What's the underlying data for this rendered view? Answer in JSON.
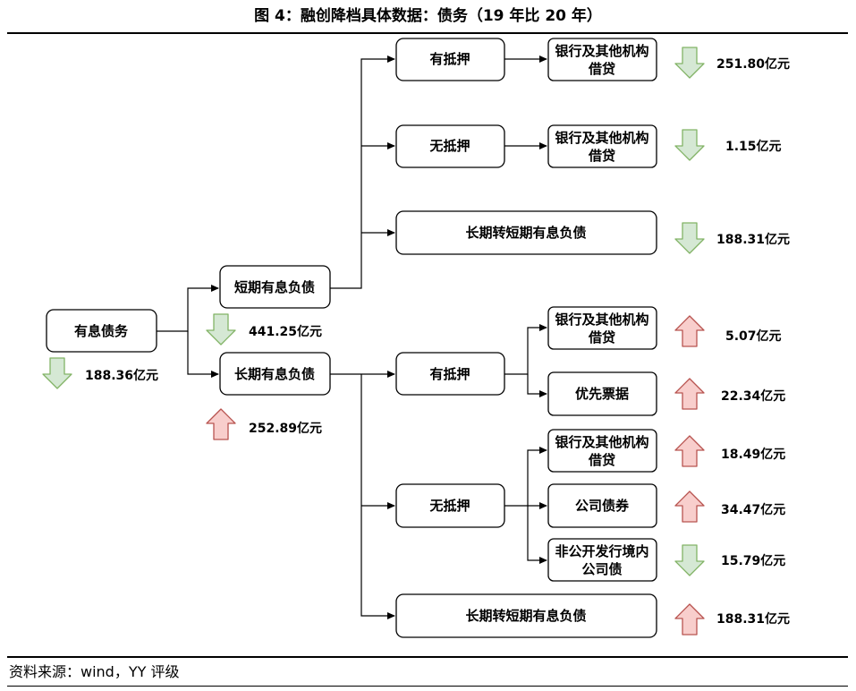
{
  "figure": {
    "title": "图 4：融创降档具体数据：债务（19 年比 20 年）",
    "source": "资料来源：wind，YY 评级"
  },
  "colors": {
    "down_fill": "#d5e8d4",
    "down_stroke": "#82b366",
    "up_fill": "#f8cecc",
    "up_stroke": "#b85450"
  },
  "diagram": {
    "root": {
      "label": "有息债务",
      "value": "188.36亿元",
      "trend": "down"
    },
    "short_term": {
      "label": "短期有息负债",
      "value": "441.25亿元",
      "trend": "down",
      "secured": {
        "label": "有抵押"
      },
      "unsecured": {
        "label": "无抵押"
      },
      "transfer": {
        "label": "长期转短期有息负债",
        "value": "188.31亿元",
        "trend": "down"
      },
      "secured_bank": {
        "label_line1": "银行及其他机构",
        "label_line2": "借贷",
        "value": "251.80亿元",
        "trend": "down"
      },
      "unsecured_bank": {
        "label_line1": "银行及其他机构",
        "label_line2": "借贷",
        "value": "1.15亿元",
        "trend": "down"
      }
    },
    "long_term": {
      "label": "长期有息负债",
      "value": "252.89亿元",
      "trend": "up",
      "secured": {
        "label": "有抵押"
      },
      "unsecured": {
        "label": "无抵押"
      },
      "transfer": {
        "label": "长期转短期有息负债",
        "value": "188.31亿元",
        "trend": "up"
      },
      "secured_bank": {
        "label_line1": "银行及其他机构",
        "label_line2": "借贷",
        "value": "5.07亿元",
        "trend": "up"
      },
      "secured_notes": {
        "label": "优先票据",
        "value": "22.34亿元",
        "trend": "up"
      },
      "unsecured_bank": {
        "label_line1": "银行及其他机构",
        "label_line2": "借贷",
        "value": "18.49亿元",
        "trend": "up"
      },
      "corporate_bonds": {
        "label": "公司债券",
        "value": "34.47亿元",
        "trend": "up"
      },
      "private_bonds": {
        "label_line1": "非公开发行境内",
        "label_line2": "公司债",
        "value": "15.79亿元",
        "trend": "down"
      }
    }
  }
}
